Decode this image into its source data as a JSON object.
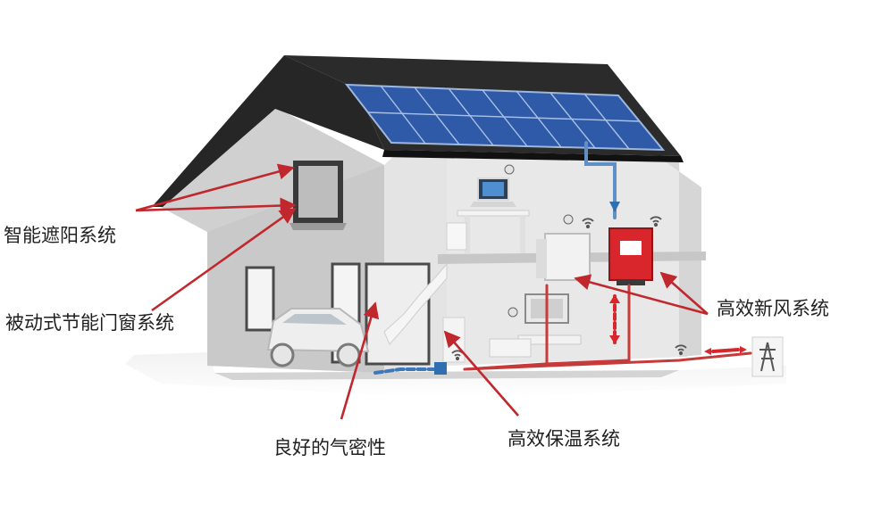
{
  "labels": {
    "smart_shading": "智能遮阳系统",
    "passive_windows": "被动式节能门窗系统",
    "airtightness": "良好的气密性",
    "insulation": "高效保温系统",
    "ventilation": "高效新风系统"
  },
  "colors": {
    "callout_line": "#c0282d",
    "roof": "#262626",
    "solar_panel": "#2f5aa8",
    "wall_light": "#dedede",
    "wall_shadow": "#c3c3c3",
    "duct_red": "#d9262c",
    "duct_blue": "#2f6fb0",
    "pipe_line": "#c63a3a"
  },
  "icons": [
    "wifi-icon",
    "bulb-icon",
    "tv-icon",
    "laptop-icon",
    "car-icon",
    "transmission-tower-icon",
    "duct-arrow-icon"
  ]
}
